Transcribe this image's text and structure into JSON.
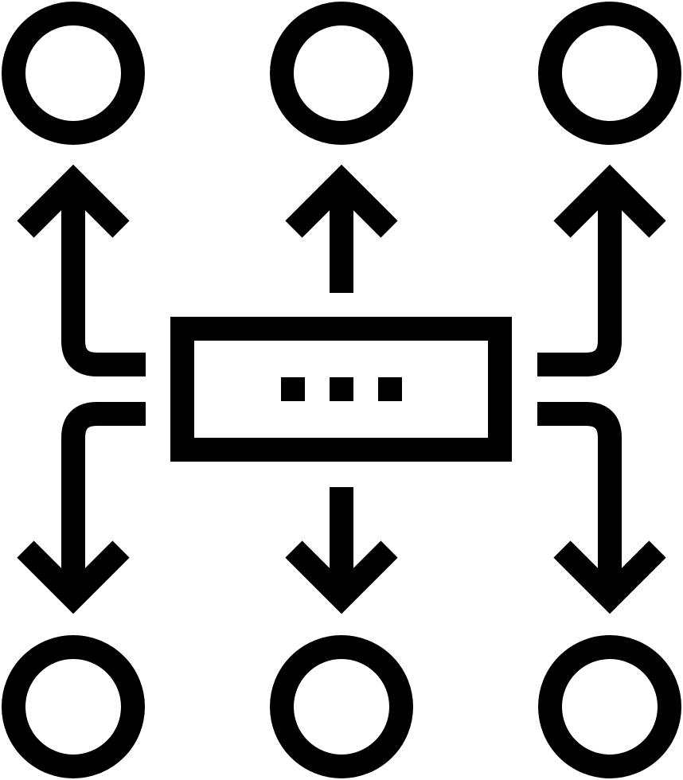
{
  "icon": {
    "name": "distribution-hub-icon",
    "stroke_color": "#000000",
    "fill_color": "#ffffff"
  },
  "nodes": [
    {
      "position": "top-left"
    },
    {
      "position": "top-center"
    },
    {
      "position": "top-right"
    },
    {
      "position": "bottom-left"
    },
    {
      "position": "bottom-center"
    },
    {
      "position": "bottom-right"
    }
  ],
  "hub": {
    "dots": 3
  }
}
